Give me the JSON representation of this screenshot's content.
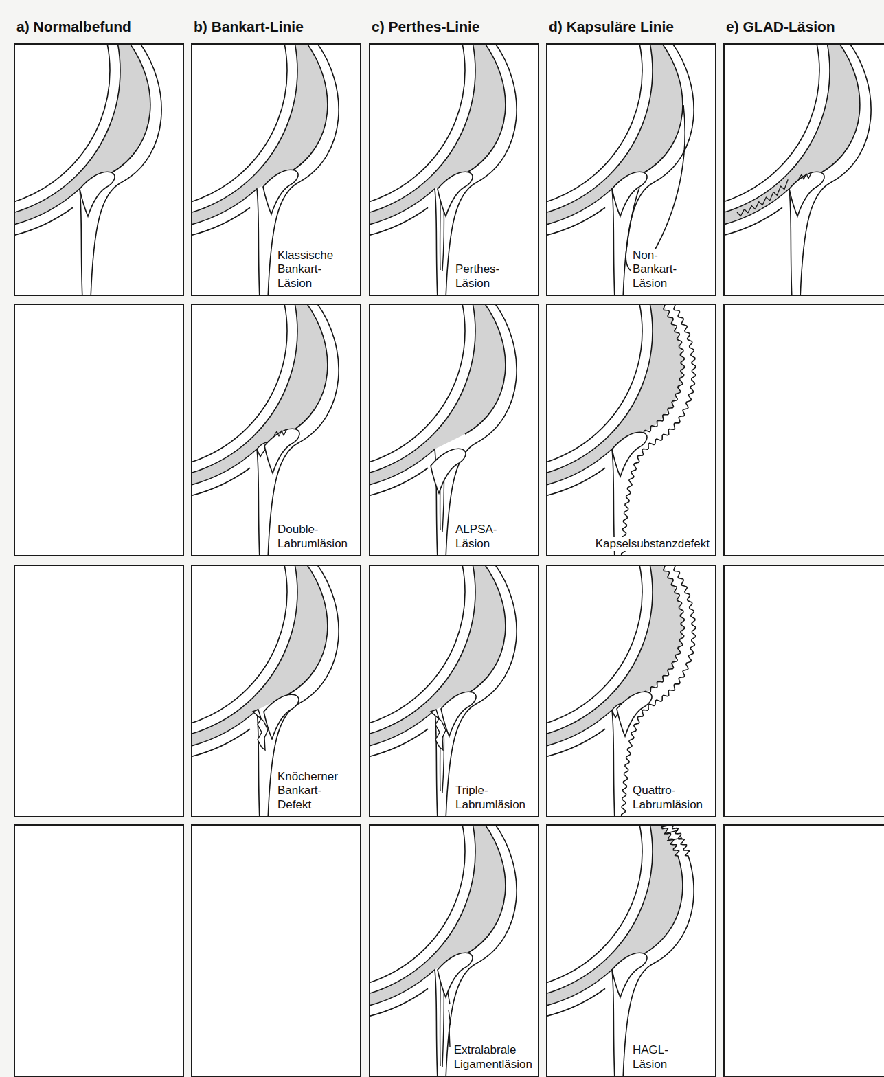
{
  "diagram": {
    "nodes": [
      {
        "text": [
          "a) Normalbefund"
        ]
      },
      {
        "text": [
          "b) Bankart-Linie",
          "Klassische Bankart-Läsion"
        ]
      },
      {
        "text": [
          "c) Perthes-Linie",
          "Perthes-Läsion"
        ]
      },
      {
        "text": [
          "d) Kapsuläre Linie",
          "Non-Bankart-Läsion"
        ]
      },
      {
        "text": [
          "e) GLAD-Läsion"
        ]
      },
      {
        "text": [
          "Double-Labrumläsion"
        ]
      },
      {
        "text": [
          "ALPSA-Läsion"
        ]
      },
      {
        "text": [
          "Kapselsubstanzdefekt"
        ]
      },
      {
        "text": [
          "Knöcherner Bankart-Defekt"
        ]
      },
      {
        "text": [
          "Triple-Labrumläsion"
        ]
      },
      {
        "text": [
          "Quattro-Labrumläsion"
        ]
      },
      {
        "text": [
          "Extralabrale Ligamentläsion"
        ]
      },
      {
        "text": [
          "HAGL-Läsion"
        ]
      }
    ]
  }
}
